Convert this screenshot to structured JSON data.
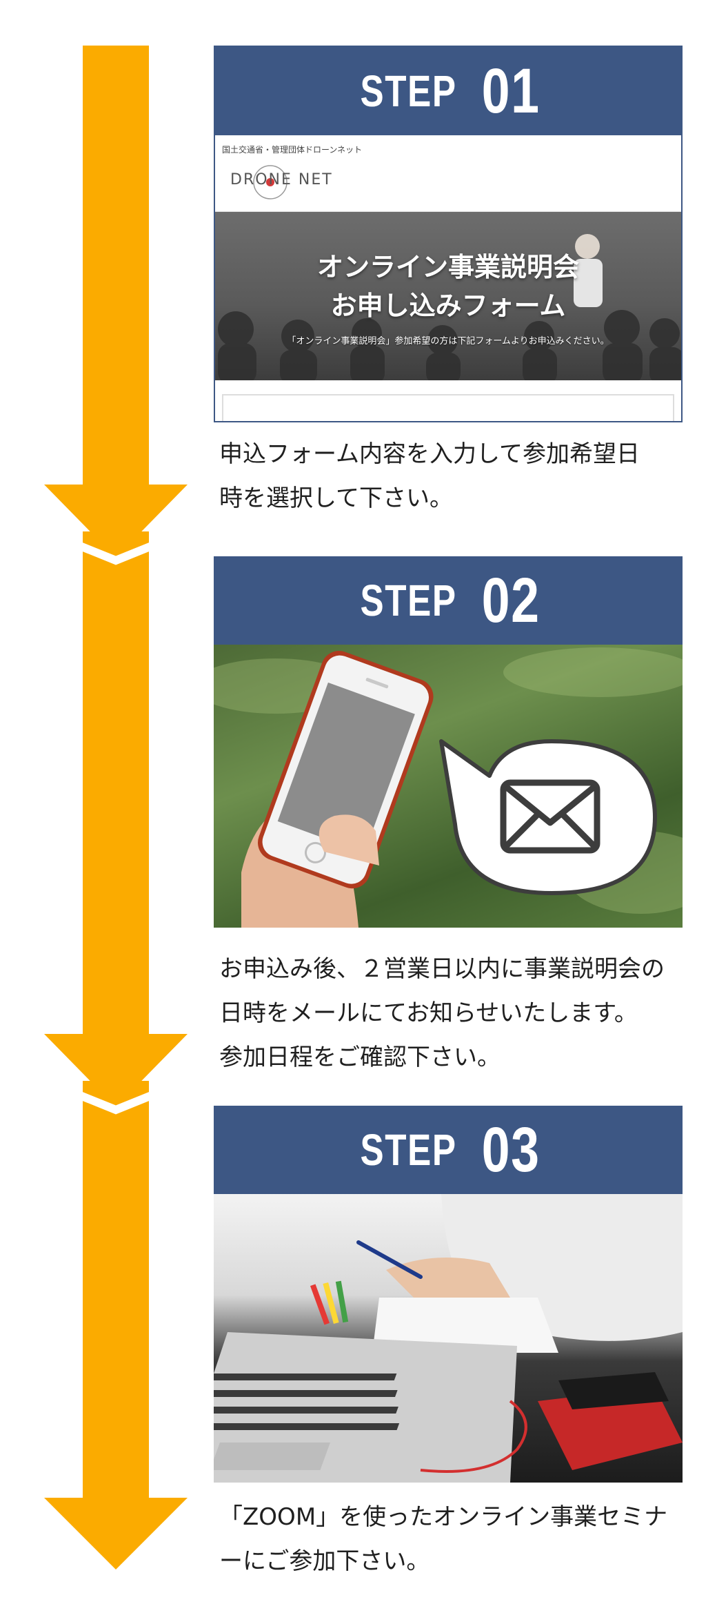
{
  "colors": {
    "arrow": "#fbab00",
    "step_header": "#3d5784",
    "text": "#1f1f1f"
  },
  "steps": [
    {
      "word": "STEP",
      "number": "01",
      "screenshot": {
        "org": "国土交通省・管理団体ドローンネット",
        "logo": "DRONE NET",
        "title_line1": "オンライン事業説明会",
        "title_line2": "お申し込みフォーム",
        "subtitle": "「オンライン事業説明会」参加希望の方は下記フォームよりお申込みください。"
      },
      "description_lines": [
        "申込フォーム内容を入力して参加希望日",
        "時を選択して下さい。"
      ]
    },
    {
      "word": "STEP",
      "number": "02",
      "description_lines": [
        "お申込み後、２営業日以内に事業説明会の",
        "日時をメールにてお知らせいたします。",
        "参加日程をご確認下さい。"
      ]
    },
    {
      "word": "STEP",
      "number": "03",
      "description_lines": [
        "「ZOOM」を使ったオンライン事業セミナ",
        "ーにご参加下さい。"
      ]
    }
  ]
}
